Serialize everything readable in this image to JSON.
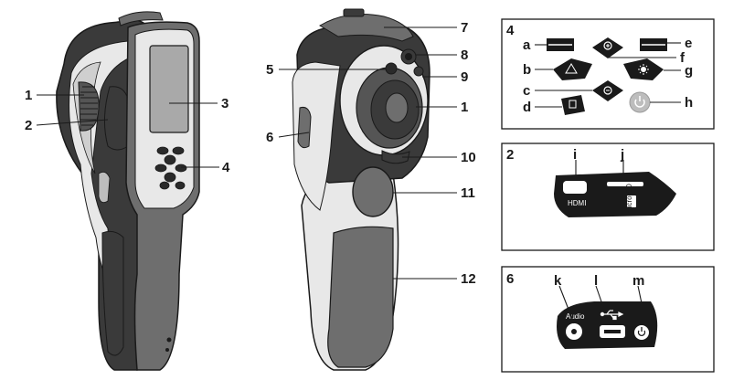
{
  "callouts": {
    "c1_left": "1",
    "c2": "2",
    "c3": "3",
    "c4": "4",
    "c5": "5",
    "c6": "6",
    "c7": "7",
    "c8": "8",
    "c9": "9",
    "c1_right": "1",
    "c10": "10",
    "c11": "11",
    "c12": "12"
  },
  "panel4": {
    "number": "4",
    "labels": {
      "a": "a",
      "b": "b",
      "c": "c",
      "d": "d",
      "e": "e",
      "f": "f",
      "g": "g",
      "h": "h"
    }
  },
  "panel2": {
    "number": "2",
    "labels": {
      "i": "i",
      "j": "j"
    },
    "port_hdmi": "HDMI",
    "port_micro_sd": "micro SD"
  },
  "panel6": {
    "number": "6",
    "labels": {
      "k": "k",
      "l": "l",
      "m": "m"
    },
    "port_audio": "Audio"
  },
  "colors": {
    "body_dark": "#3a3a3a",
    "body_mid": "#6e6e6e",
    "body_light": "#e8e8e8",
    "screen": "#a9a9a9",
    "ink": "#1a1a1a",
    "power_button": "#bdbdbd"
  }
}
